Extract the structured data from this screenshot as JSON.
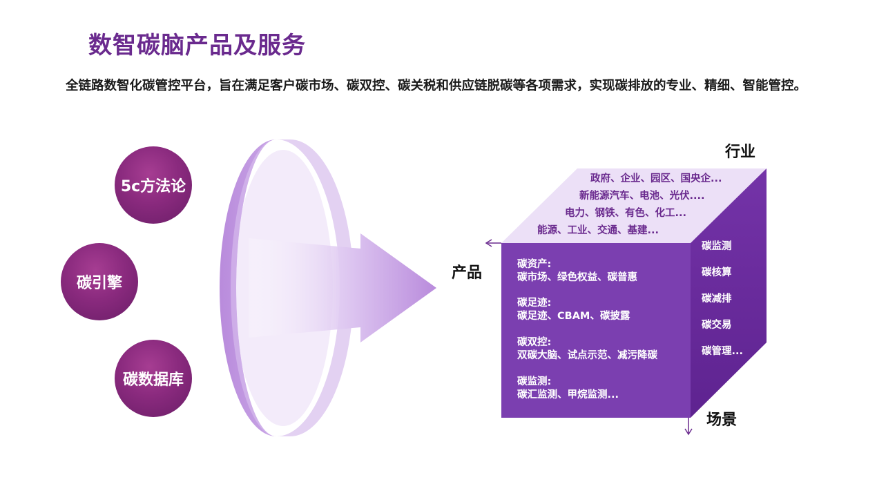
{
  "title": "数智碳脑产品及服务",
  "description": "全链路数智化碳管控平台，旨在满足客户碳市场、碳双控、碳关税和供应链脱碳等各项需求，实现碳排放的专业、精细、智能管控。",
  "circles": [
    "5c方法论",
    "碳引擎",
    "碳数据库"
  ],
  "axis": {
    "industry": "行业",
    "product": "产品",
    "scene": "场景"
  },
  "top_face": [
    "政府、企业、园区、国央企...",
    "新能源汽车、电池、光伏....",
    "电力、钢铁、有色、化工...",
    "能源、工业、交通、基建..."
  ],
  "front_face": [
    {
      "heading": "碳资产:",
      "items": "碳市场、绿色权益、碳普惠"
    },
    {
      "heading": "碳足迹:",
      "items": "碳足迹、CBAM、碳披露"
    },
    {
      "heading": "碳双控:",
      "items": "双碳大脑、试点示范、减污降碳"
    },
    {
      "heading": "碳监测:",
      "items": "碳汇监测、甲烷监测..."
    }
  ],
  "side_face": [
    "碳监测",
    "碳核算",
    "碳减排",
    "碳交易",
    "碳管理..."
  ],
  "colors": {
    "title": "#6a2a8e",
    "circle": "#8a2a7e",
    "cube_front": "#7b3fb0",
    "cube_side": "#6a2a9e",
    "cube_top": "#ece0f7",
    "ring": "#c49be0"
  }
}
